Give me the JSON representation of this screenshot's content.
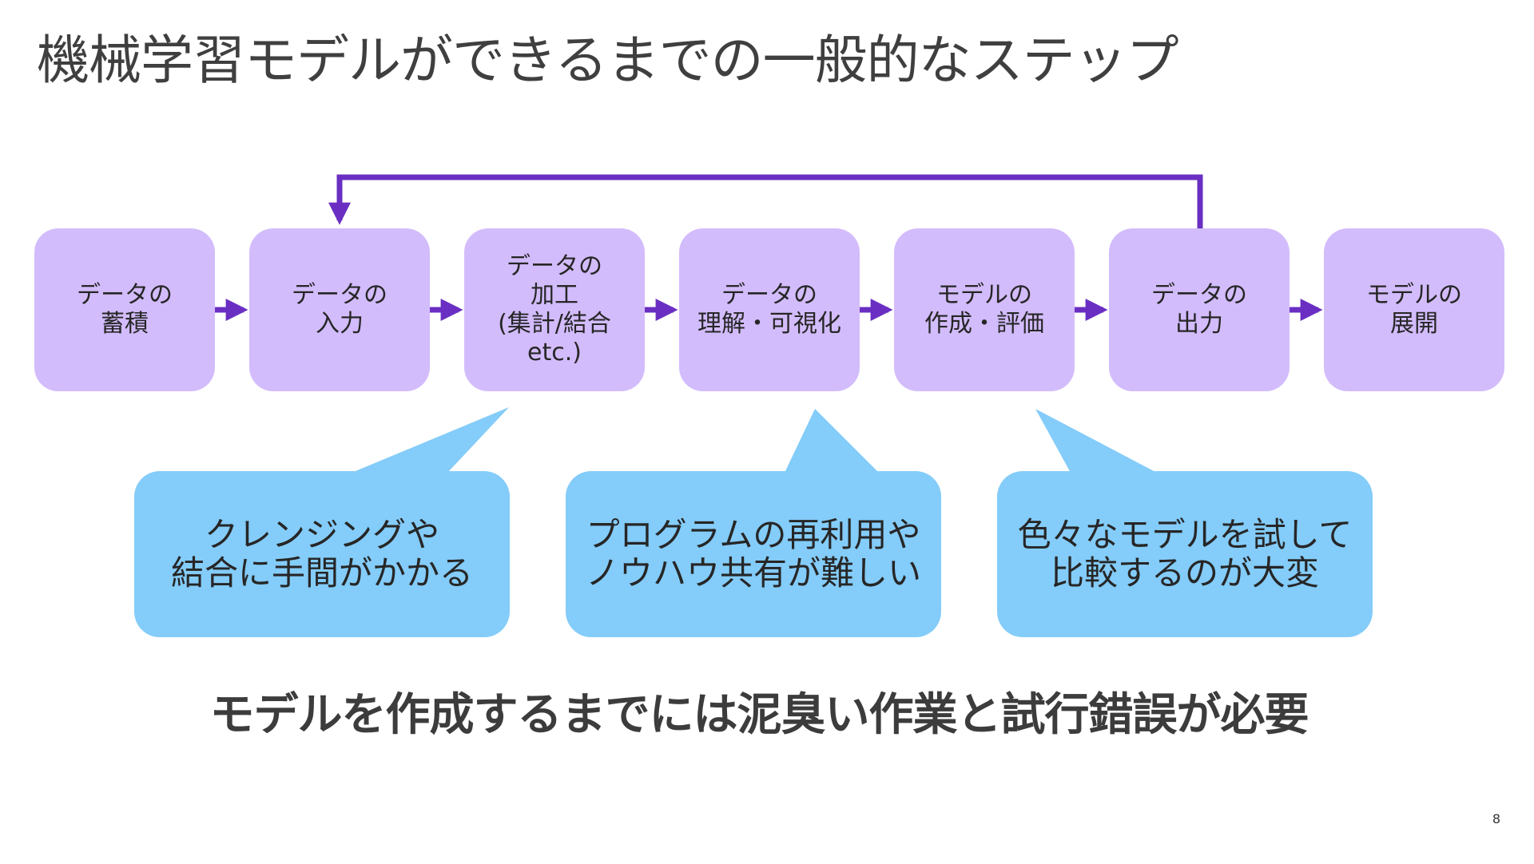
{
  "slide": {
    "title": "機械学習モデルができるまでの一般的なステップ",
    "page_number": "8"
  },
  "steps": [
    {
      "lines": [
        "データの",
        "蓄積"
      ]
    },
    {
      "lines": [
        "データの",
        "入力"
      ]
    },
    {
      "lines": [
        "データの",
        "加工",
        "(集計/結合",
        "etc.)"
      ]
    },
    {
      "lines": [
        "データの",
        "理解・可視化"
      ]
    },
    {
      "lines": [
        "モデルの",
        "作成・評価"
      ]
    },
    {
      "lines": [
        "データの",
        "出力"
      ]
    },
    {
      "lines": [
        "モデルの",
        "展開"
      ]
    }
  ],
  "callouts": [
    {
      "lines": [
        "クレンジングや",
        "結合に手間がかかる"
      ]
    },
    {
      "lines": [
        "プログラムの再利用や",
        "ノウハウ共有が難しい"
      ]
    },
    {
      "lines": [
        "色々なモデルを試して",
        "比較するのが大変"
      ]
    }
  ],
  "conclusion": "モデルを作成するまでには泥臭い作業と試行錯誤が必要",
  "colors": {
    "step_fill": "#d3bcfc",
    "callout_fill": "#84ccf9",
    "arrow": "#6a2fc2"
  }
}
